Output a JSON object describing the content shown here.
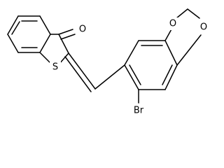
{
  "molecule": {
    "atoms": {
      "O1": "O",
      "S1": "S",
      "O2": "O",
      "O3": "O",
      "Br1": "Br"
    }
  }
}
